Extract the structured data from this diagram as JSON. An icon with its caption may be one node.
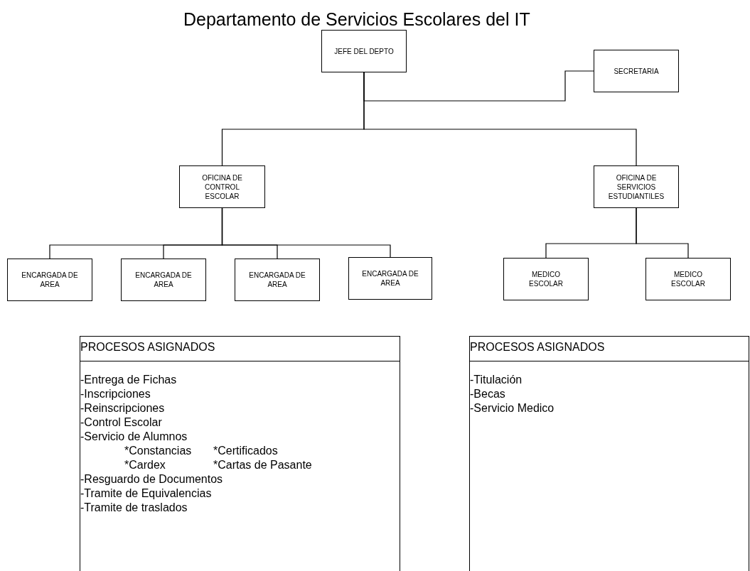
{
  "diagram": {
    "title": "Departamento de Servicios Escolares del IT",
    "nodes": [
      {
        "text": [
          "JEFE DEL DEPTO"
        ]
      },
      {
        "text": [
          "SECRETARIA"
        ]
      },
      {
        "text": [
          "OFICINA DE CONTROL ESCOLAR"
        ]
      },
      {
        "text": [
          "OFICINA DE SERVICIOS ESTUDIANTILES"
        ]
      },
      {
        "text": [
          "ENCARGADA DE AREA"
        ]
      },
      {
        "text": [
          "ENCARGADA DE AREA"
        ]
      },
      {
        "text": [
          "ENCARGADA DE AREA"
        ]
      },
      {
        "text": [
          "ENCARGADA DE AREA"
        ]
      },
      {
        "text": [
          "MEDICO ESCOLAR"
        ]
      },
      {
        "text": [
          "MEDICO ESCOLAR"
        ]
      },
      {
        "text": [
          "PROCESOS ASIGNADOS",
          "-Entrega de Fichas",
          "-Inscripciones",
          "-Reinscripciones",
          "-Control Escolar",
          "-Servicio de Alumnos",
          "*Constancias",
          "*Certificados",
          "*Cardex",
          "*Cartas de Pasante",
          "-Resguardo de Documentos",
          "-Tramite de Equivalencias",
          "-Tramite de traslados"
        ]
      },
      {
        "text": [
          "PROCESOS ASIGNADOS",
          "-Titulación",
          "-Becas",
          "-Servicio Medico"
        ]
      }
    ],
    "edges": [
      {
        "from": 0,
        "to": 1,
        "arrow": "none"
      },
      {
        "from": 0,
        "to": 2,
        "arrow": "none"
      },
      {
        "from": 0,
        "to": 3,
        "arrow": "none"
      },
      {
        "from": 2,
        "to": 4,
        "arrow": "none"
      },
      {
        "from": 2,
        "to": 5,
        "arrow": "none"
      },
      {
        "from": 2,
        "to": 6,
        "arrow": "none"
      },
      {
        "from": 2,
        "to": 7,
        "arrow": "none"
      },
      {
        "from": 3,
        "to": 8,
        "arrow": "none"
      },
      {
        "from": 3,
        "to": 9,
        "arrow": "none"
      }
    ]
  }
}
